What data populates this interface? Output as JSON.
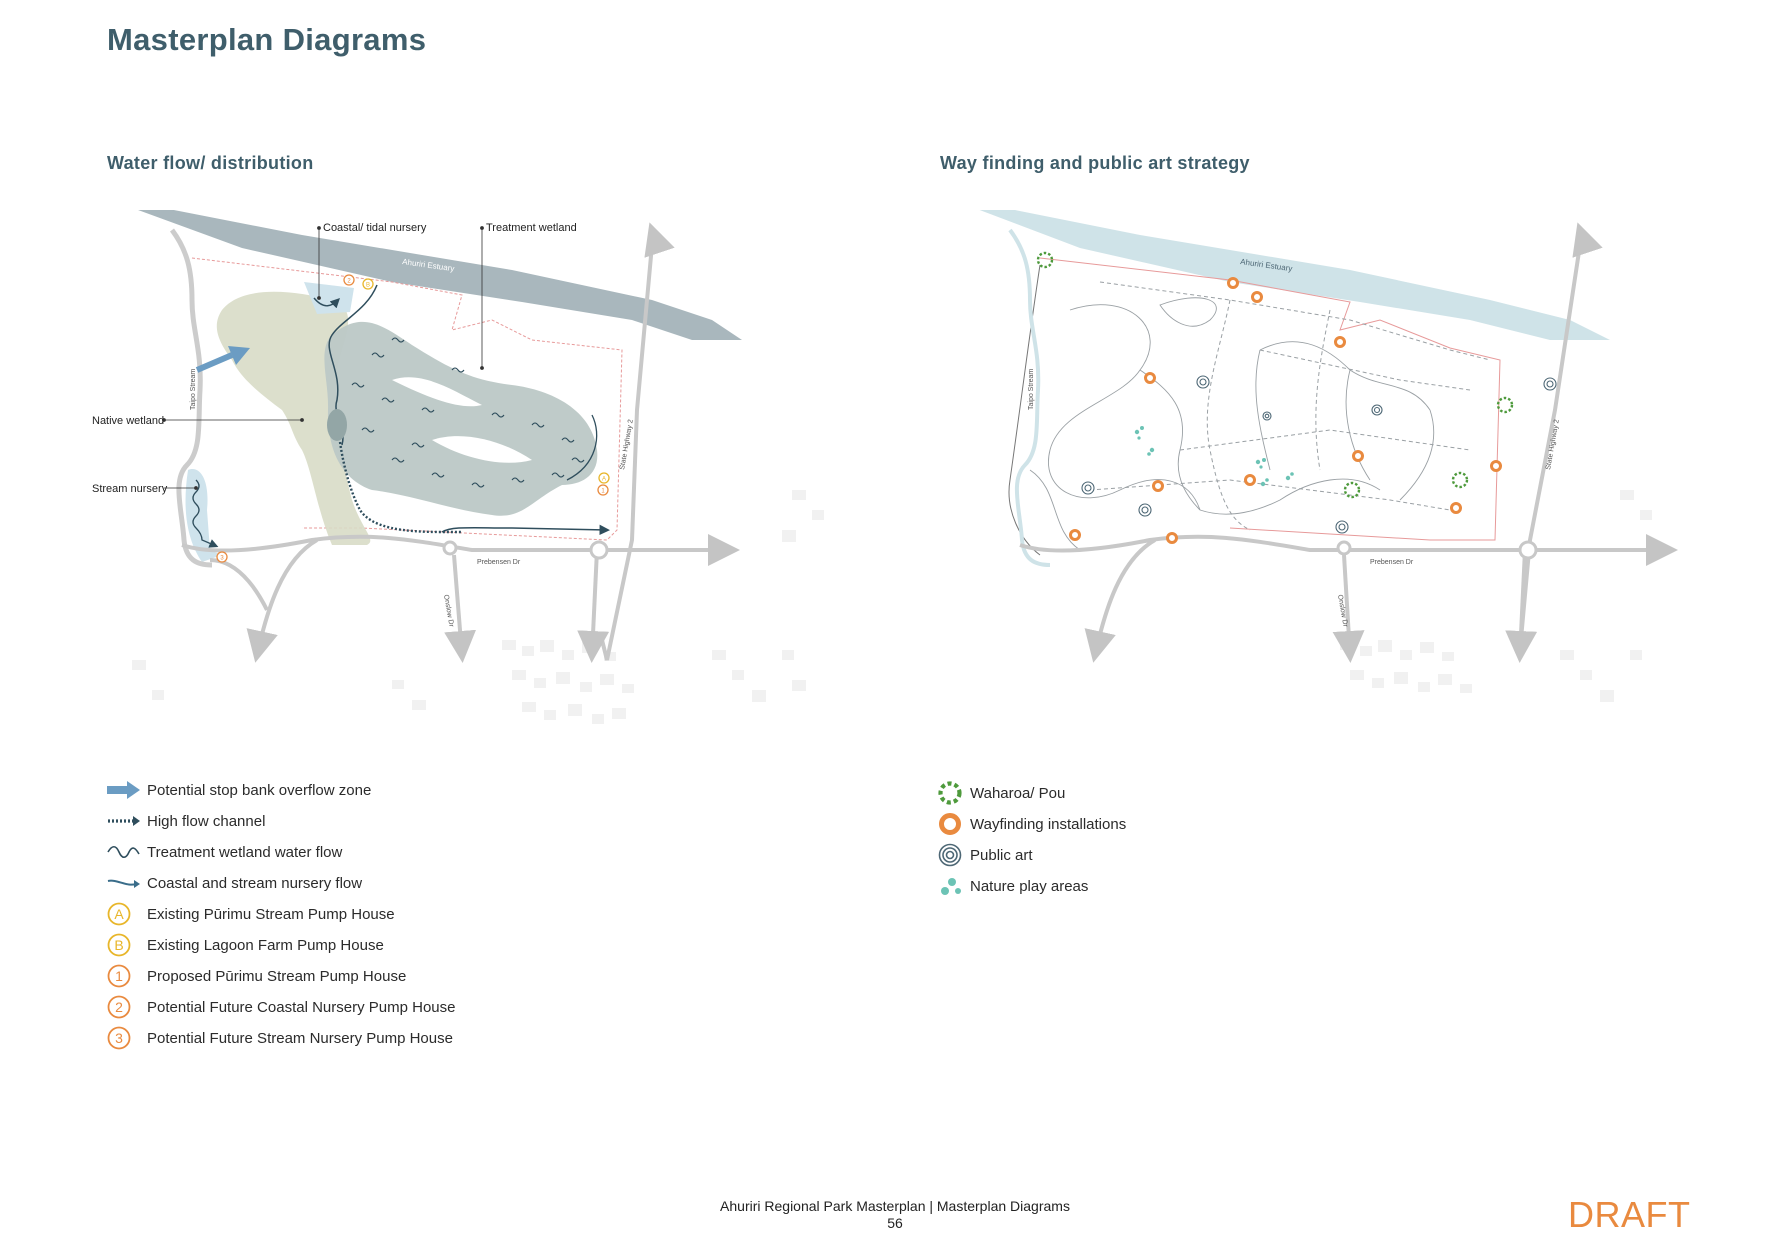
{
  "page": {
    "title": "Masterplan Diagrams",
    "footer_line1": "Ahuriri Regional Park Masterplan | Masterplan Diagrams",
    "page_number": "56",
    "draft_label": "DRAFT"
  },
  "water_map": {
    "section_title": "Water flow/ distribution",
    "labels": {
      "coastal_nursery": "Coastal/ tidal nursery",
      "treatment_wetland": "Treatment wetland",
      "native_wetland": "Native wetland",
      "stream_nursery": "Stream nursery",
      "estuary": "Ahuriri Estuary",
      "taipo_stream": "Taipo Stream",
      "state_highway": "State Highway 2",
      "prebensen": "Prebensen Dr",
      "onslow": "Onslow Dr"
    },
    "pump_markers": [
      "A",
      "B",
      "1",
      "2",
      "3"
    ],
    "legend": [
      {
        "symbol": "overflow-arrow",
        "label": "Potential stop bank overflow zone"
      },
      {
        "symbol": "high-flow-channel",
        "label": "High flow channel"
      },
      {
        "symbol": "wetland-flow",
        "label": "Treatment wetland water flow"
      },
      {
        "symbol": "nursery-flow",
        "label": "Coastal and stream nursery flow"
      },
      {
        "symbol": "A",
        "label": "Existing Pūrimu Stream Pump House"
      },
      {
        "symbol": "B",
        "label": "Existing Lagoon Farm Pump House"
      },
      {
        "symbol": "1",
        "label": "Proposed Pūrimu Stream Pump House"
      },
      {
        "symbol": "2",
        "label": "Potential Future Coastal Nursery Pump House"
      },
      {
        "symbol": "3",
        "label": "Potential Future Stream Nursery Pump House"
      }
    ]
  },
  "art_map": {
    "section_title": "Way finding and public art strategy",
    "labels": {
      "estuary": "Ahuriri Estuary",
      "taipo_stream": "Taipo Stream",
      "state_highway": "State Highway 2",
      "prebensen": "Prebensen Dr",
      "onslow": "Onslow Dr"
    },
    "legend": [
      {
        "symbol": "waharoa",
        "label": "Waharoa/ Pou"
      },
      {
        "symbol": "wayfinding",
        "label": "Wayfinding installations"
      },
      {
        "symbol": "public-art",
        "label": "Public art"
      },
      {
        "symbol": "nature-play",
        "label": "Nature play areas"
      }
    ]
  },
  "colors": {
    "title": "#3f5e6b",
    "estuary_left": "#a9b7bd",
    "estuary_right": "#cfe3e8",
    "native_wetland": "#d8dcc7",
    "treatment_wetland": "#bcc8c6",
    "flow_dark": "#2f4e5d",
    "overflow_blue": "#6b9cc3",
    "pump_yellow": "#e8b62a",
    "pump_orange": "#e98a3f",
    "waharoa_green": "#4e9a3c",
    "public_art": "#4d6775",
    "nature_play": "#6cc3b5",
    "road": "#c8c8c8",
    "boundary": "#e79a9a",
    "draft": "#e98a3f"
  }
}
